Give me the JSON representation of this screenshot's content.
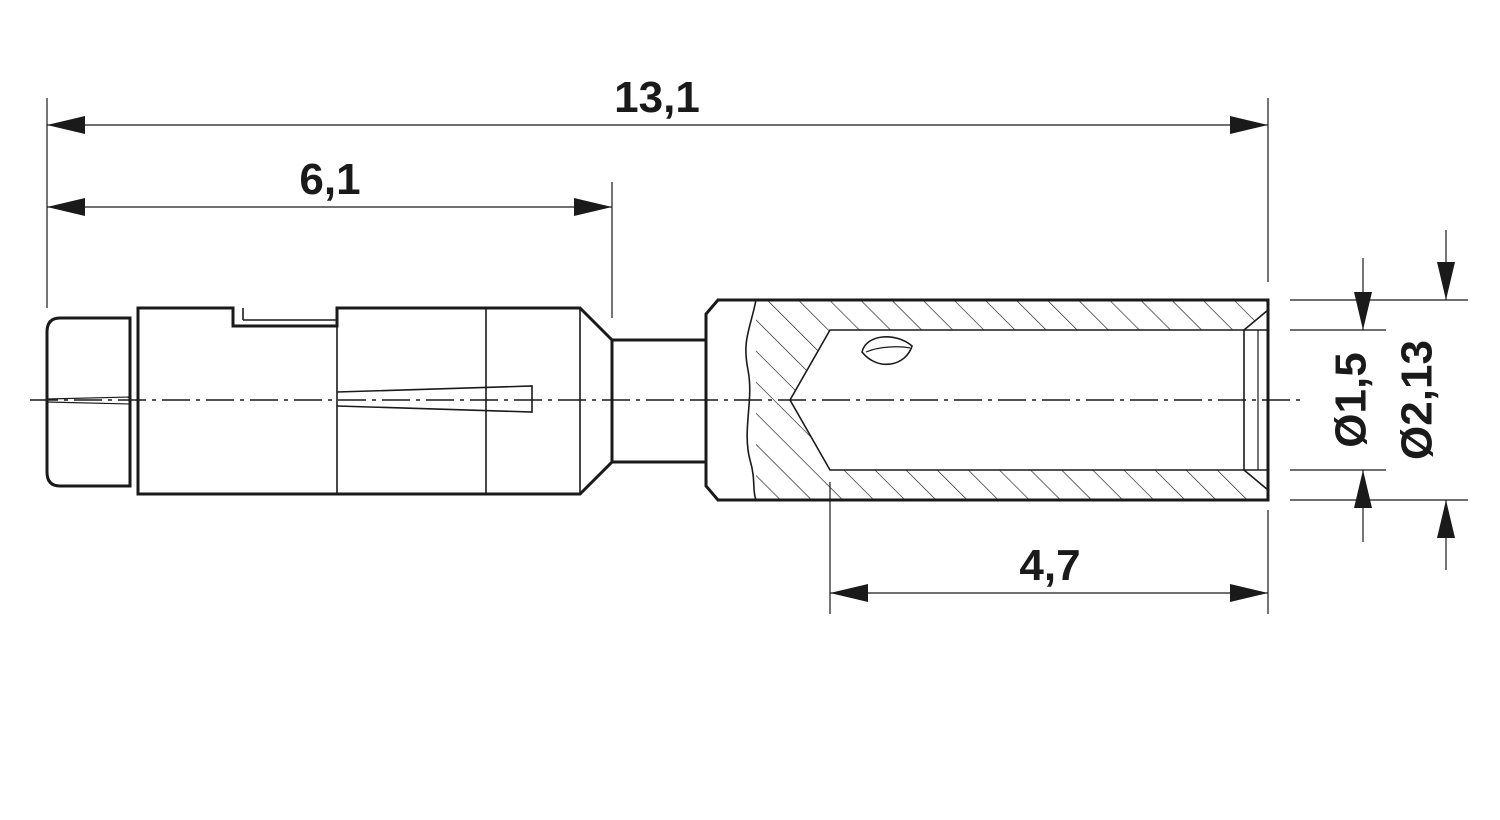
{
  "dimensions": {
    "overall_length": "13,1",
    "rear_length": "6,1",
    "bore_depth": "4,7",
    "inner_diameter": "Ø1,5",
    "outer_diameter": "Ø2,13"
  },
  "colors": {
    "ink": "#1a1a1a",
    "background": "#ffffff"
  }
}
